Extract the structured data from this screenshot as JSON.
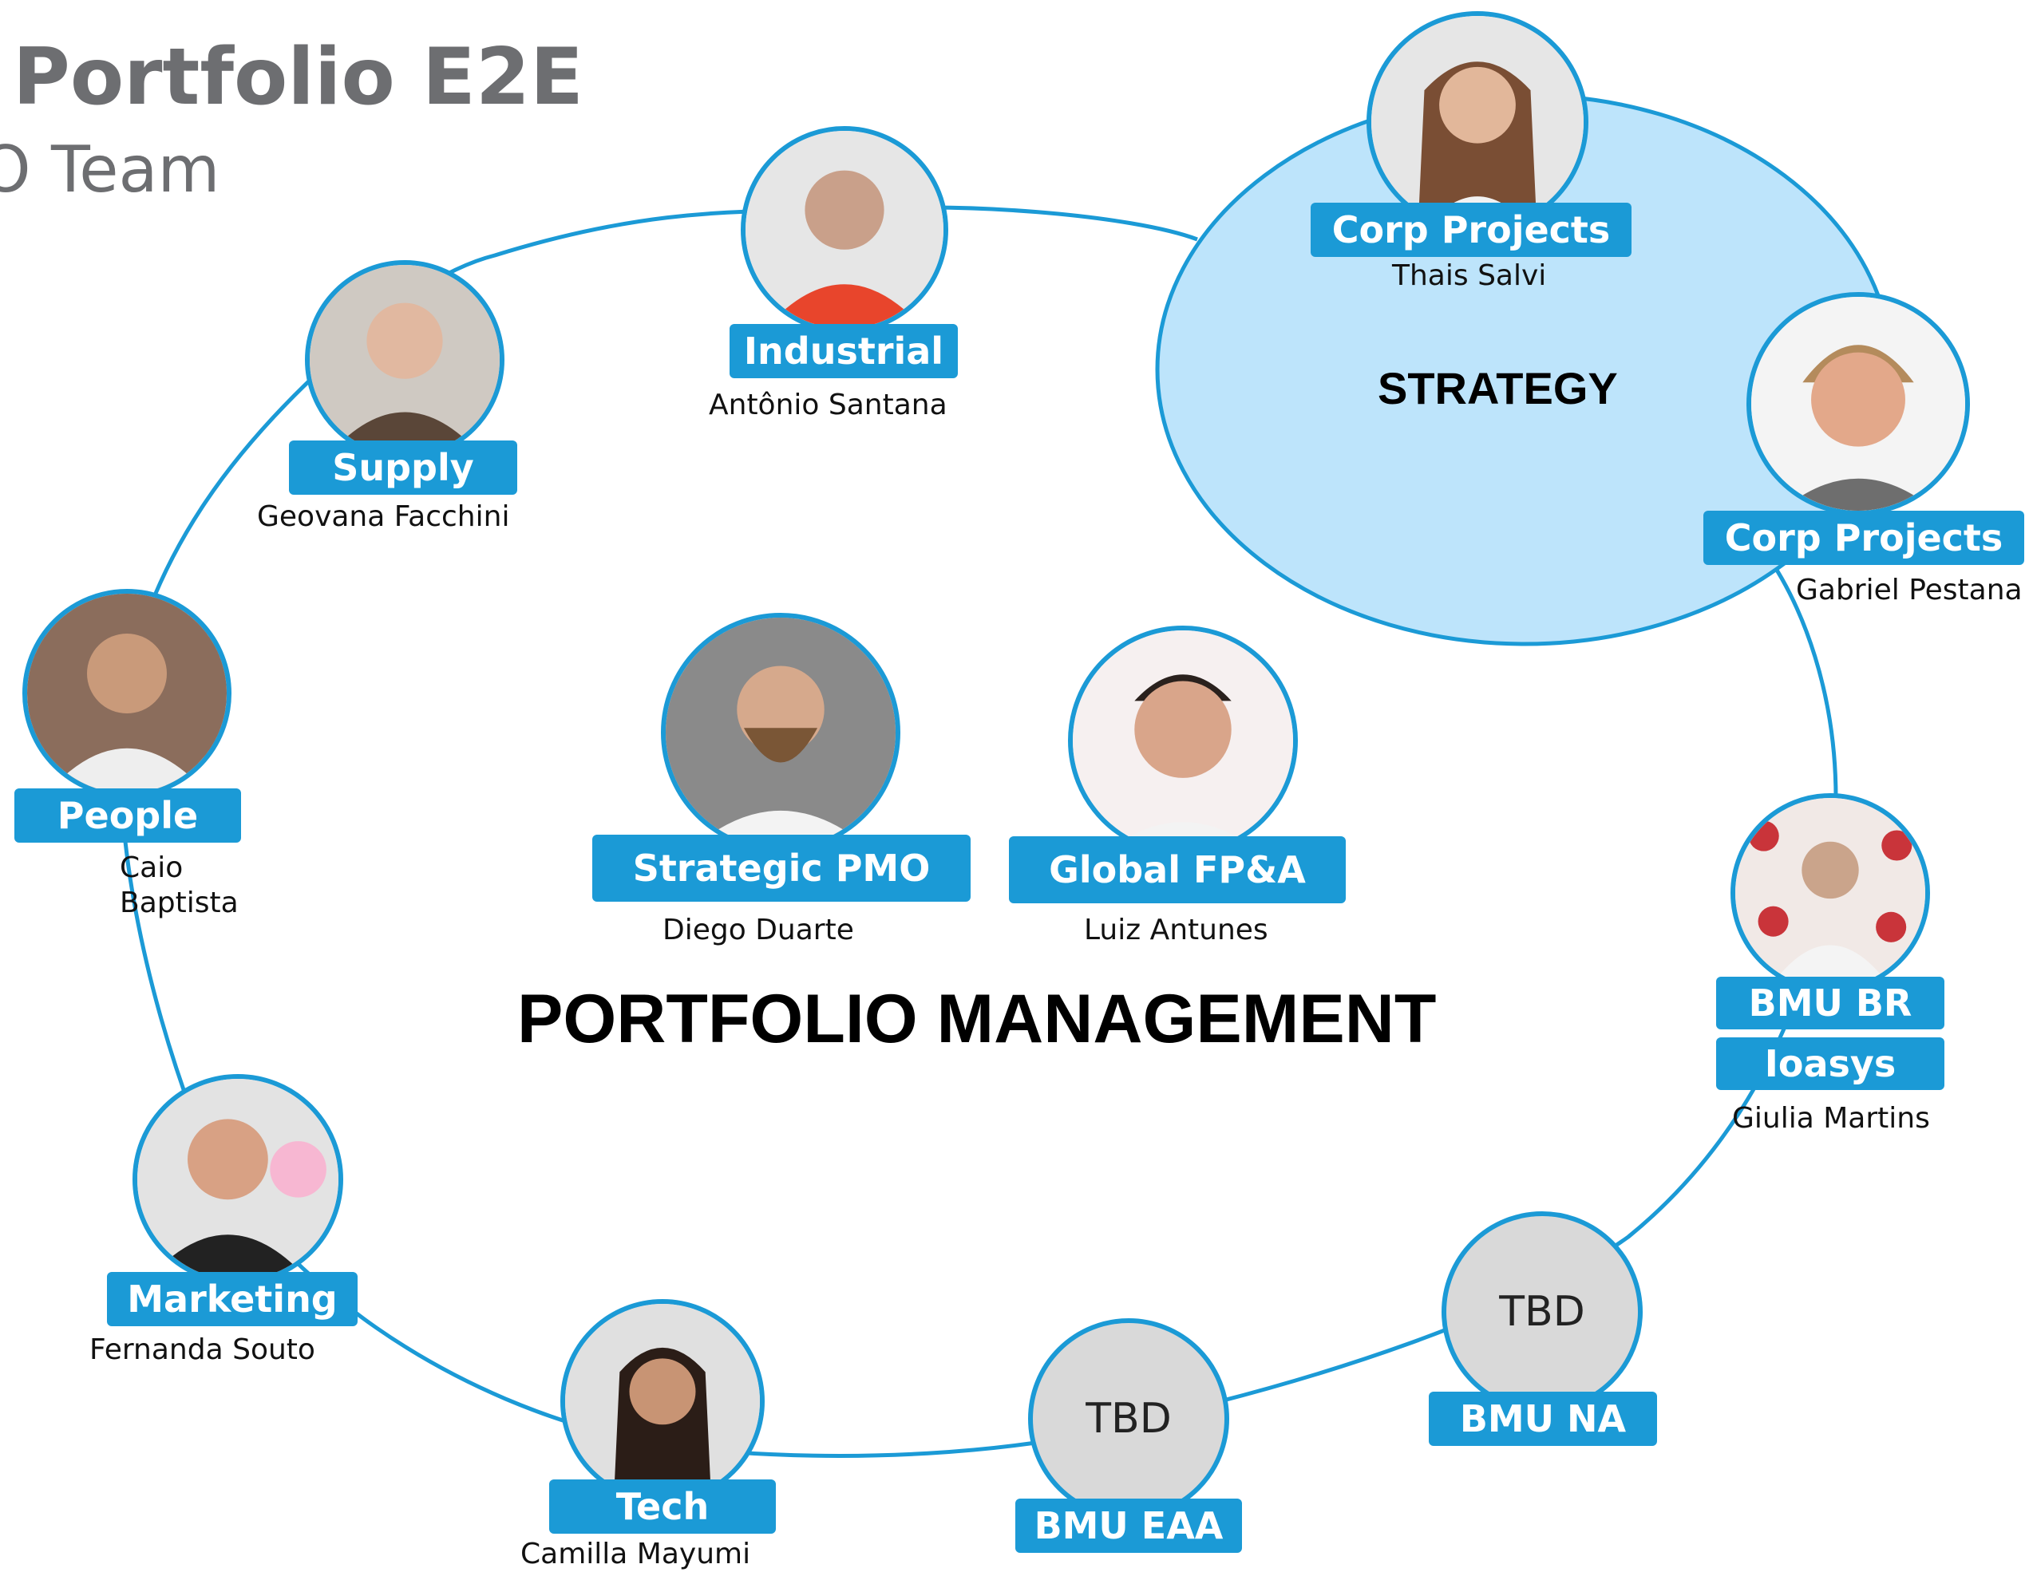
{
  "header": {
    "title": "Portfolio E2E",
    "subtitle": "IO Team"
  },
  "strategy_label": "STRATEGY",
  "center_label": "PORTFOLIO MANAGEMENT",
  "colors": {
    "accent": "#1b9ad6",
    "strategy_fill": "#bde4fb",
    "placeholder_fill": "#d9d9d9",
    "title": "#6d6e71"
  },
  "members": {
    "industrial": {
      "role": "Industrial",
      "name": "Antônio Santana"
    },
    "supply": {
      "role": "Supply",
      "name": "Geovana Facchini"
    },
    "people": {
      "role": "People",
      "name_line1": "Caio",
      "name_line2": "Baptista"
    },
    "marketing": {
      "role": "Marketing",
      "name": "Fernanda Souto"
    },
    "tech": {
      "role": "Tech",
      "name": "Camilla Mayumi"
    },
    "bmu_eaa": {
      "role": "BMU EAA",
      "placeholder": "TBD"
    },
    "bmu_na": {
      "role": "BMU NA",
      "placeholder": "TBD"
    },
    "bmu_br": {
      "role": "BMU BR",
      "role2": "Ioasys",
      "name": "Giulia Martins"
    },
    "corp_projects_1": {
      "role": "Corp Projects",
      "name": "Thais Salvi"
    },
    "corp_projects_2": {
      "role": "Corp Projects",
      "name": "Gabriel Pestana"
    },
    "strategic_pmo": {
      "role": "Strategic PMO",
      "name": "Diego Duarte"
    },
    "global_fpa": {
      "role": "Global FP&A",
      "name": "Luiz Antunes"
    }
  }
}
